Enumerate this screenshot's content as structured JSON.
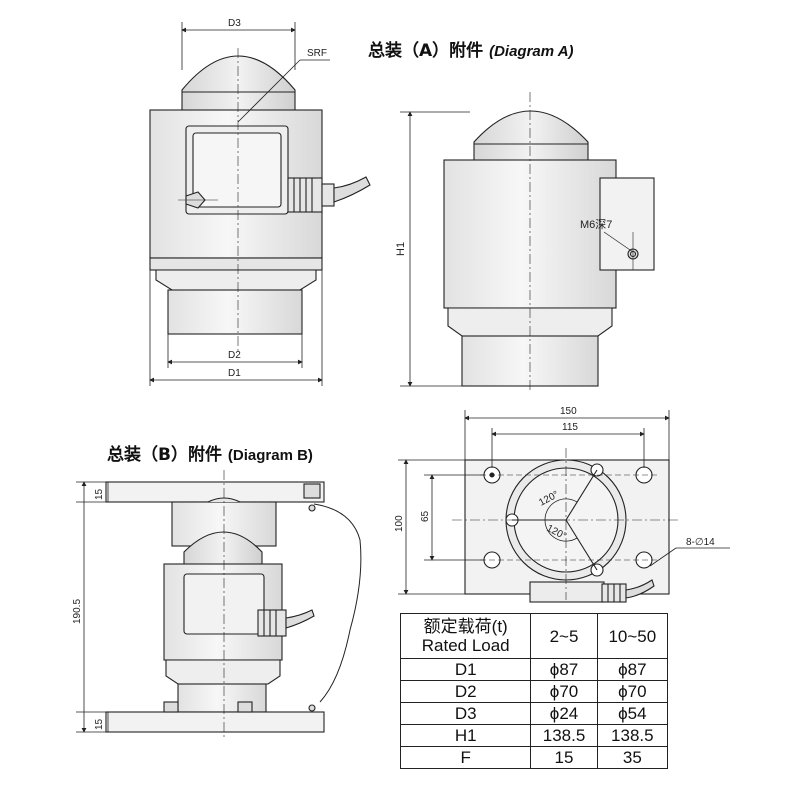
{
  "diagram_a": {
    "title_cn": "总装（A）附件",
    "title_en": "(Diagram A)",
    "labels": {
      "d3": "D3",
      "srf": "SRF",
      "d2": "D2",
      "d1": "D1",
      "h1": "H1",
      "m6": "M6深7"
    }
  },
  "diagram_b": {
    "title_cn": "总装（B）附件",
    "title_en": "(Diagram B)",
    "labels": {
      "dim_top": "15",
      "dim_total": "190.5",
      "dim_bottom": "15"
    }
  },
  "plate": {
    "labels": {
      "width_outer": "150",
      "width_inner": "115",
      "height_outer": "100",
      "height_inner": "65",
      "holes": "8-∅14",
      "angle_top": "120°",
      "angle_bottom": "120°"
    }
  },
  "spec_table": {
    "header": {
      "name": "额定载荷(t)\nRated Load",
      "col1": "2~5",
      "col2": "10~50"
    },
    "rows": [
      {
        "name": "D1",
        "col1": "ϕ87",
        "col2": "ϕ87"
      },
      {
        "name": "D2",
        "col1": "ϕ70",
        "col2": "ϕ70"
      },
      {
        "name": "D3",
        "col1": "ϕ24",
        "col2": "ϕ54"
      },
      {
        "name": "H1",
        "col1": "138.5",
        "col2": "138.5"
      },
      {
        "name": "F",
        "col1": "15",
        "col2": "35"
      }
    ]
  },
  "colors": {
    "line": "#222222",
    "body_light": "#f2f2f2",
    "body_dark": "#dcdcdc",
    "dim": "#333333"
  }
}
